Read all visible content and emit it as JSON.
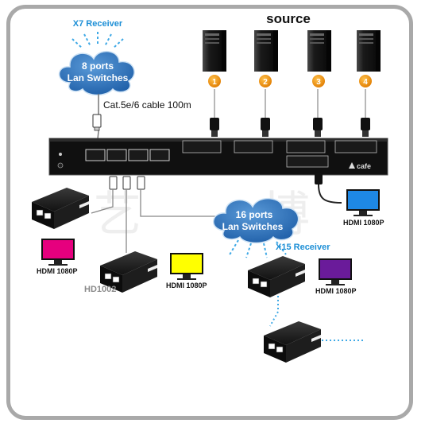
{
  "title": "source",
  "x7_receiver_label": "X7 Receiver",
  "x15_receiver_label": "X15 Receiver",
  "switch_small": {
    "line1": "8 ports",
    "line2": "Lan Switches"
  },
  "switch_large": {
    "line1": "16 ports",
    "line2": "Lan Switches"
  },
  "cable_label": "Cat.5e/6 cable 100m",
  "sources": [
    "1",
    "2",
    "3",
    "4"
  ],
  "hdmi_label": "HDMI 1080P",
  "receiver_model": "HD1002",
  "brand": "cafe",
  "watermark_chars": [
    "艺",
    "博"
  ],
  "colors": {
    "monitor_magenta": "#e6007e",
    "monitor_yellow": "#ffff00",
    "monitor_purple": "#6a1b9a",
    "monitor_blue": "#1e88e5",
    "badge_orange": "#f39200",
    "cloud_blue": "#1f5fa8",
    "receiver_text_blue": "#1d8fd6"
  }
}
